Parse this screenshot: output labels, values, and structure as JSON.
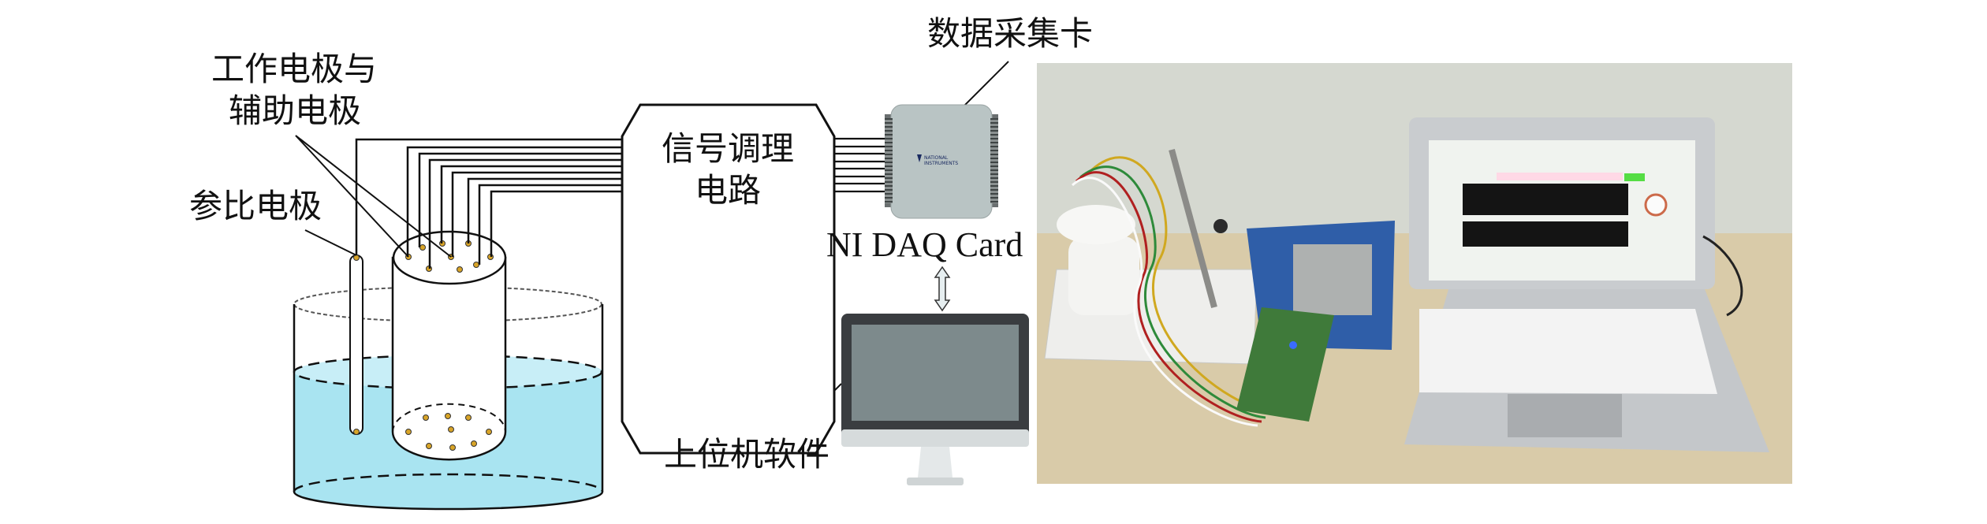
{
  "labels": {
    "working_aux_line1": "工作电极与",
    "working_aux_line2": "辅助电极",
    "reference": "参比电极",
    "signal_line1": "信号调理",
    "signal_line2": "电路",
    "daq_title": "数据采集卡",
    "daq_card": "NI DAQ Card",
    "host_software": "上位机软件"
  },
  "logo": {
    "daq_brand": "NATIONAL INSTRUMENTS"
  },
  "colors": {
    "water": "#a9e4f1",
    "electrode_dot": "#d8a428",
    "daq_body": "#b9c4c4",
    "monitor_frame": "#3a3d40",
    "monitor_screen": "#7d8a8c"
  }
}
